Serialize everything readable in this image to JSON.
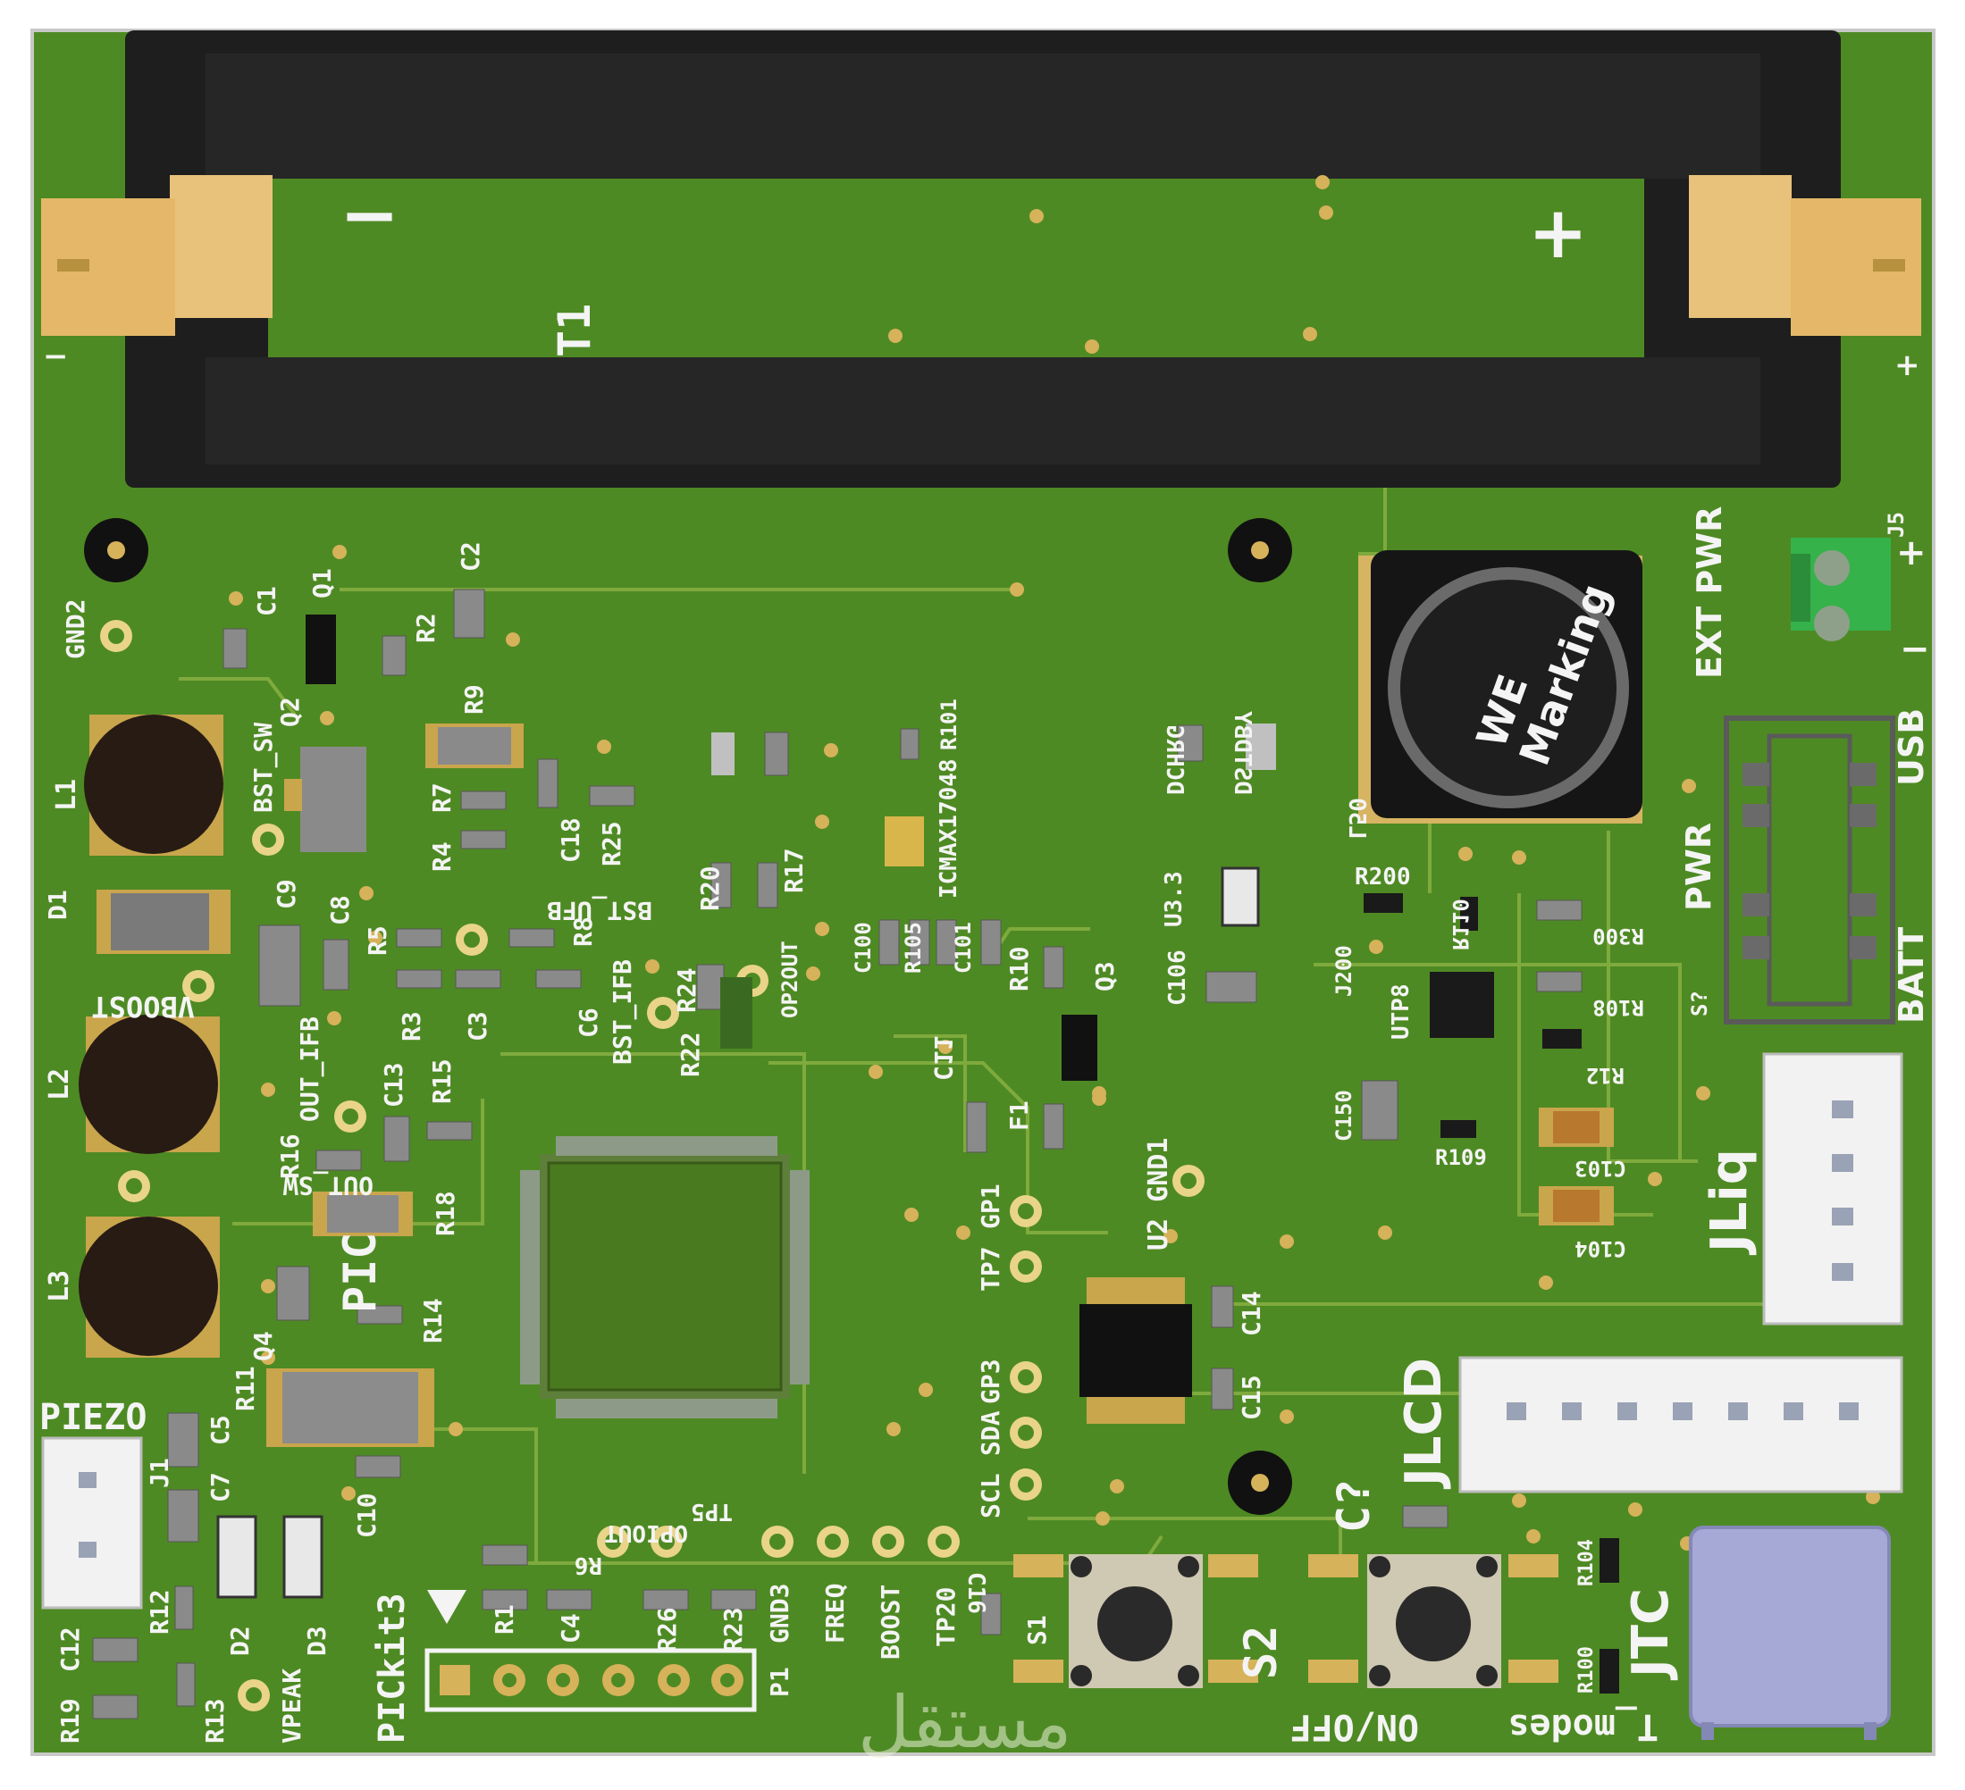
{
  "board": {
    "colors": {
      "pcb": "#4e8a23",
      "pcb_edge": "#3f741a",
      "trace": "#6f9f34",
      "silkscreen": "#f4f4f4",
      "copper_pad": "#d6b25a",
      "holder_black": "#1e1e1e",
      "terminal_green": "#35b24a",
      "connector_white": "#f2f2f2",
      "usbc_metal": "#a6a9d6",
      "button_beige": "#cfc8b2"
    },
    "labels": {
      "battery_neg": "−",
      "battery_pos": "+",
      "edge_neg": "−",
      "edge_pos": "+",
      "battery_holder": "T1",
      "gnd2": "GND2",
      "c1": "C1",
      "q1": "Q1",
      "r2": "R2",
      "c2": "C2",
      "l1": "L1",
      "bst_sw": "BST_SW",
      "q2": "Q2",
      "r9": "R9",
      "r7": "R7",
      "r4": "R4",
      "c18": "C18",
      "r25": "R25",
      "d1": "D1",
      "c9": "C9",
      "c8": "C8",
      "bst_ufb": "BST_UFB",
      "r5": "R5",
      "r8": "R8",
      "vboost": "VBOOST",
      "l2": "L2",
      "r3": "R3",
      "c3": "C3",
      "c6": "C6",
      "bst_ifb": "BST_IFB",
      "r22": "R22",
      "r24": "R24",
      "out_ifb": "OUT_IFB",
      "c13": "C13",
      "r15": "R15",
      "r16": "R16",
      "out_sw": "OUT_SW",
      "l3": "L3",
      "r18": "R18",
      "pic": "PIC",
      "r14": "R14",
      "q4": "Q4",
      "r11": "R11",
      "piezo": "PIEZO",
      "j1": "J1",
      "c5": "C5",
      "c7": "C7",
      "c10": "C10",
      "r12": "R12",
      "d2": "D2",
      "d3": "D3",
      "c12": "C12",
      "r19": "R19",
      "r13": "R13",
      "vpeak": "VPEAK",
      "pickit3": "PICkit3",
      "opiout": "OPIOUT",
      "tp5": "TP5",
      "r6": "R6",
      "r1": "R1",
      "c4": "C4",
      "r26": "R26",
      "r23": "R23",
      "p1": "P1",
      "gnd3": "GND3",
      "freq": "FREQ",
      "boost": "BOOST",
      "tp20": "TP20",
      "r20": "R20",
      "r17": "R17",
      "op2out": "OP2OUT",
      "icmax": "ICMAX17048",
      "r101": "R101",
      "c100": "C100",
      "r105": "R105",
      "c101": "C101",
      "r10": "R10",
      "q3": "Q3",
      "c11": "C11",
      "f1": "F1",
      "gp1": "GP1",
      "tp7": "TP7",
      "u2_gnd1": "U2 GND1",
      "c14": "C14",
      "c15": "C15",
      "gp3": "GP3",
      "sda": "SDA",
      "scl": "SCL",
      "c16": "C16",
      "s1": "S1",
      "s2": "S2",
      "on_off": "ON/OFF",
      "c_q": "C?",
      "t_modes": "T_modes",
      "dchrg": "DCHRG",
      "dstdby": "DSTDBY",
      "l50": "L50",
      "u3_3": "U3.3",
      "c106": "C106",
      "we_marking": "WE\nMarking",
      "r200": "R200",
      "r110": "R110",
      "j200": "J200",
      "utp8": "UTP8",
      "r300": "R300",
      "r108": "R108",
      "r12b": "R12",
      "c150": "C150",
      "r109": "R109",
      "c103": "C103",
      "c104": "C104",
      "j5": "J5",
      "ext_pwr": "EXT PWR",
      "terminal_pos": "+",
      "terminal_neg": "−",
      "usb": "USB",
      "pwr": "PWR",
      "batt": "BATT",
      "sq": "S?",
      "jliq": "JLiq",
      "jlcd": "JLCD",
      "jtc": "JTC",
      "r100": "R100",
      "r104": "R104",
      "watermark": "مستقل"
    }
  }
}
